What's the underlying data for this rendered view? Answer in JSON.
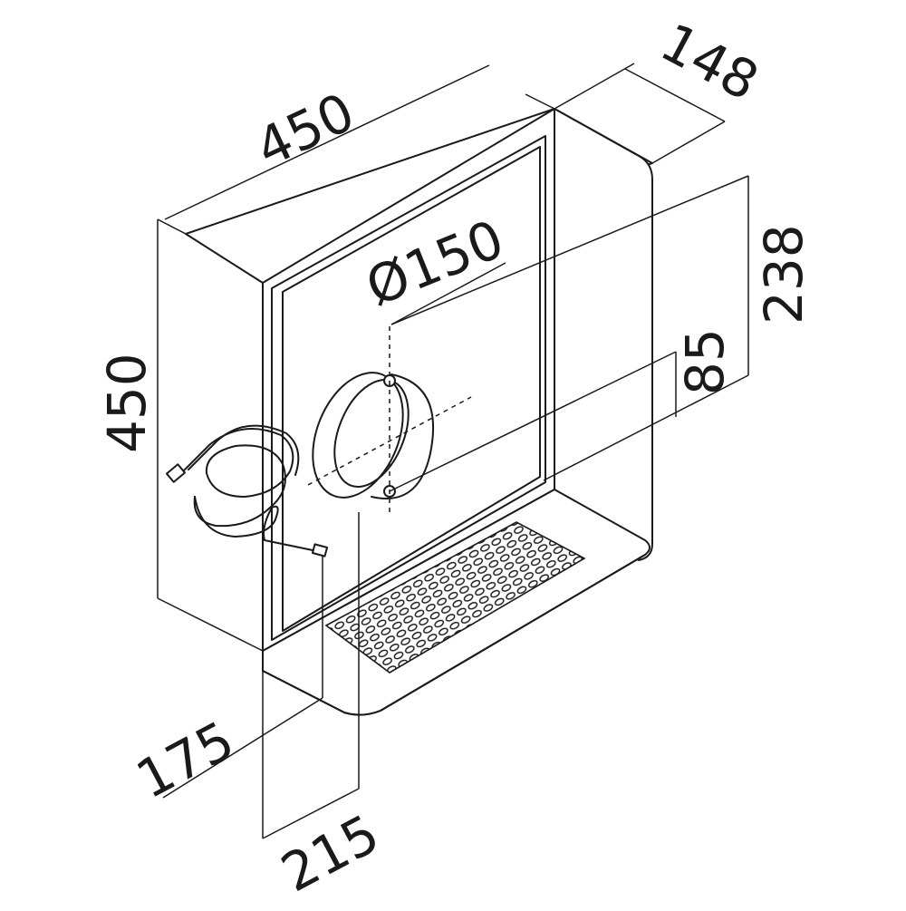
{
  "dimensions": {
    "width_top": "450",
    "depth_top": "148",
    "height_left": "450",
    "height_right": "238",
    "offset_right": "85",
    "diameter": "Ø150",
    "bottom_inner": "175",
    "bottom_outer": "215"
  }
}
